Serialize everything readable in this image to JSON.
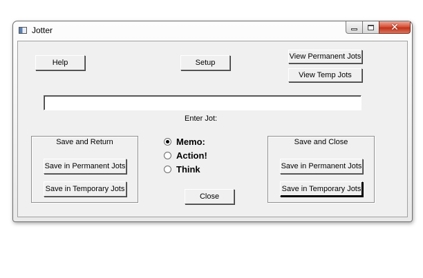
{
  "window": {
    "title": "Jotter"
  },
  "buttons": {
    "help": "Help",
    "setup": "Setup",
    "view_permanent": "View Permanent Jots",
    "view_temp": "View Temp Jots",
    "close": "Close"
  },
  "jot": {
    "value": "",
    "label": "Enter Jot:"
  },
  "save_return": {
    "title": "Save and Return",
    "permanent": "Save in Permanent Jots",
    "temporary": "Save in Temporary Jots"
  },
  "save_close": {
    "title": "Save and Close",
    "permanent": "Save in Permanent Jots",
    "temporary": "Save in Temporary Jots"
  },
  "jot_type": {
    "options": [
      "Memo:",
      "Action!",
      "Think"
    ],
    "selected": "Memo:"
  },
  "icons": {
    "app": "app-window-icon",
    "minimize": "minimize-icon",
    "maximize": "maximize-icon",
    "close": "close-icon"
  },
  "colors": {
    "close_button": "#c2341b",
    "face": "#f0f0f0"
  }
}
